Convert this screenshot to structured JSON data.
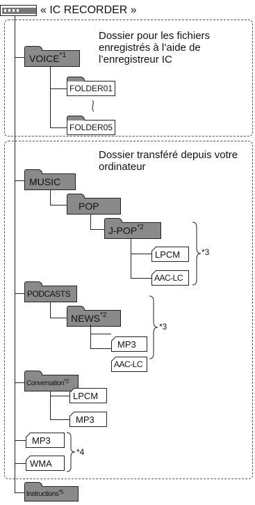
{
  "device": {
    "title": "« IC RECORDER »",
    "icon": "memory-device-icon"
  },
  "section1": {
    "caption": "Dossier pour les fichiers enregistrés à l’aide de l’enregistreur IC",
    "voice": {
      "label": "VOICE",
      "note": "*1"
    },
    "folders": [
      "FOLDER01",
      "FOLDER05"
    ]
  },
  "section2": {
    "caption": "Dossier transféré depuis votre ordinateur",
    "music": {
      "label": "MUSIC"
    },
    "pop": {
      "label": "POP"
    },
    "jpop": {
      "label": "J-POP",
      "note": "*2"
    },
    "jpop_files": [
      "LPCM",
      "AAC-LC"
    ],
    "podcasts": {
      "label": "PODCASTS"
    },
    "news": {
      "label": "NEWS",
      "note": "*2"
    },
    "news_files": [
      "MP3",
      "AAC-LC"
    ],
    "conversation": {
      "label": "Conversation",
      "note": "*2"
    },
    "conversation_files": [
      "LPCM",
      "MP3"
    ],
    "root_files": [
      "MP3",
      "WMA"
    ],
    "note3a": "*3",
    "note3b": "*3",
    "note4": "*4"
  },
  "instructions": {
    "label": "Instructions",
    "note": "*5"
  }
}
